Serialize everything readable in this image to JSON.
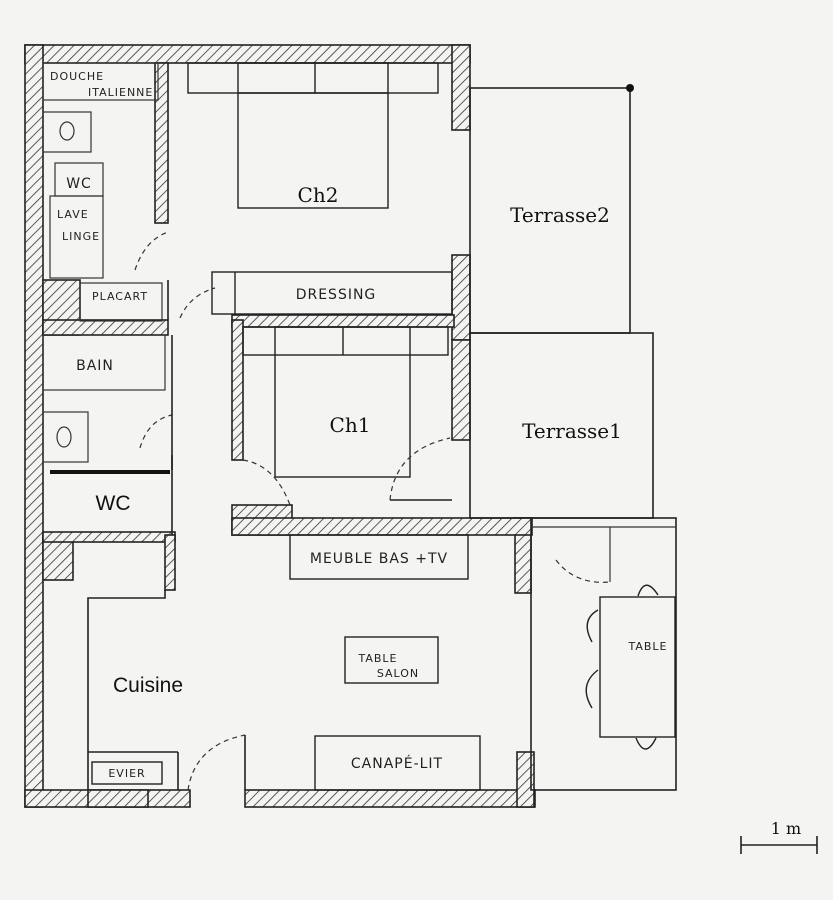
{
  "rooms": {
    "ch2": "Ch2",
    "ch1": "Ch1",
    "terrasse2": "Terrasse2",
    "terrasse1": "Terrasse1",
    "wc_main": "WC",
    "cuisine": "Cuisine"
  },
  "handwritten": {
    "douche_line1": "DOUCHE",
    "douche_line2": "ITALIENNE",
    "wc_top": "WC",
    "lave_line1": "LAVE",
    "lave_line2": "LINGE",
    "placart": "PLACART",
    "dressing": "DRESSING",
    "bain": "BAIN",
    "meuble": "MEUBLE BAS +TV",
    "table_salon_line1": "TABLE",
    "table_salon_line2": "SALON",
    "canape": "CANAPÉ-LIT",
    "evier": "EVIER",
    "table": "TABLE"
  },
  "scale_label": "1 m",
  "colors": {
    "background": "#f4f4f2",
    "ink": "#222222"
  }
}
